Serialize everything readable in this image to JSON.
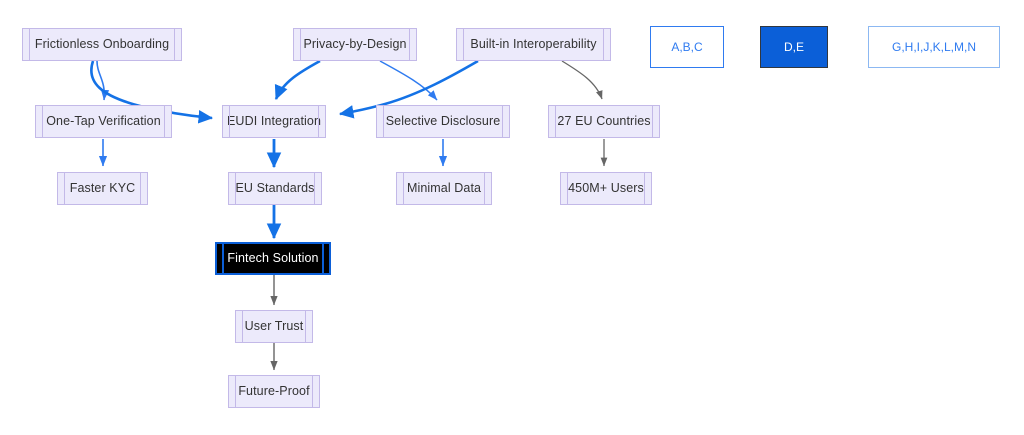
{
  "diagram": {
    "title": "",
    "colors": {
      "node_fill": "#ECEAFB",
      "node_border": "#C3B9E8",
      "node_text": "#333333",
      "focus_fill": "#000000",
      "focus_border": "#0b5fd8",
      "focus_text": "#ffffff",
      "edge_thick": "#1472e6",
      "edge_thin": "#2f7bf0",
      "edge_gray": "#666666",
      "legend_blue": "#2f7bf0",
      "legend_fill": "#0b5fd8"
    },
    "nodes": [
      {
        "id": "frictionless-onboarding",
        "label": "Frictionless Onboarding"
      },
      {
        "id": "privacy-by-design",
        "label": "Privacy-by-Design"
      },
      {
        "id": "built-in-interoperability",
        "label": "Built-in Interoperability"
      },
      {
        "id": "one-tap-verification",
        "label": "One-Tap Verification"
      },
      {
        "id": "eudi-integration",
        "label": "EUDI Integration"
      },
      {
        "id": "selective-disclosure",
        "label": "Selective Disclosure"
      },
      {
        "id": "27-eu-countries",
        "label": "27 EU Countries"
      },
      {
        "id": "faster-kyc",
        "label": "Faster KYC"
      },
      {
        "id": "eu-standards",
        "label": "EU Standards"
      },
      {
        "id": "minimal-data",
        "label": "Minimal Data"
      },
      {
        "id": "450m-users",
        "label": "450M+ Users"
      },
      {
        "id": "fintech-solution",
        "label": "Fintech Solution"
      },
      {
        "id": "user-trust",
        "label": "User Trust"
      },
      {
        "id": "future-proof",
        "label": "Future-Proof"
      }
    ],
    "edges": [
      {
        "from": "frictionless-onboarding",
        "to": "one-tap-verification",
        "style": "thin-blue"
      },
      {
        "from": "frictionless-onboarding",
        "to": "eudi-integration",
        "style": "thick-blue"
      },
      {
        "from": "privacy-by-design",
        "to": "eudi-integration",
        "style": "thick-blue"
      },
      {
        "from": "privacy-by-design",
        "to": "selective-disclosure",
        "style": "thin-blue"
      },
      {
        "from": "built-in-interoperability",
        "to": "eudi-integration",
        "style": "thick-blue"
      },
      {
        "from": "built-in-interoperability",
        "to": "27-eu-countries",
        "style": "thin-gray"
      },
      {
        "from": "one-tap-verification",
        "to": "faster-kyc",
        "style": "thin-blue"
      },
      {
        "from": "eudi-integration",
        "to": "eu-standards",
        "style": "thick-blue"
      },
      {
        "from": "selective-disclosure",
        "to": "minimal-data",
        "style": "thin-blue"
      },
      {
        "from": "27-eu-countries",
        "to": "450m-users",
        "style": "thin-gray"
      },
      {
        "from": "eu-standards",
        "to": "fintech-solution",
        "style": "thick-blue"
      },
      {
        "from": "fintech-solution",
        "to": "user-trust",
        "style": "thin-gray"
      },
      {
        "from": "user-trust",
        "to": "future-proof",
        "style": "thin-gray"
      }
    ]
  },
  "legend": {
    "items": [
      {
        "id": "legend-abc",
        "label": "A,B,C"
      },
      {
        "id": "legend-de",
        "label": "D,E"
      },
      {
        "id": "legend-ghijklmn",
        "label": "G,H,I,J,K,L,M,N"
      }
    ]
  }
}
